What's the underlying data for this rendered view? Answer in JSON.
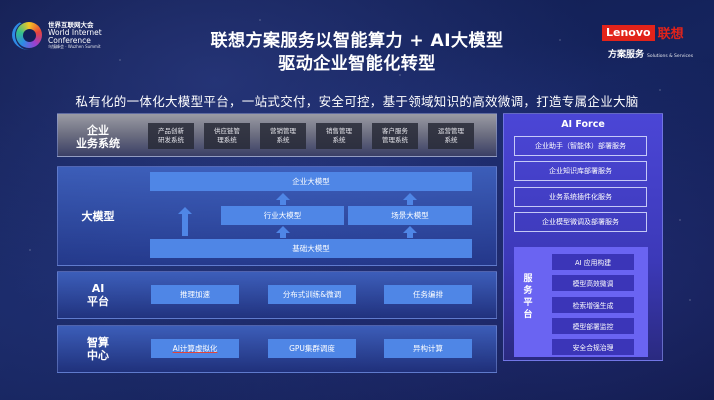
{
  "header": {
    "wic_logo": {
      "cn": "世界互联网大会",
      "en_line1": "World Internet",
      "en_line2": "Conference",
      "sub": "乌镇峰会 · Wuzhen Summit"
    },
    "lenovo_logo": {
      "brand_en": "Lenovo",
      "brand_cn": "联想",
      "sub_cn": "方案服务",
      "sub_en": "Solutions & Services"
    },
    "title_line1": "联想方案服务以智能算力 + AI大模型",
    "title_line2": "驱动企业智能化转型",
    "subtitle": "私有化的一体化大模型平台，一站式交付，安全可控，基于领域知识的高效微调，打造专属企业大脑"
  },
  "layers": {
    "business": {
      "label_l1": "企业",
      "label_l2": "业务系统",
      "items": [
        {
          "l1": "产品创新",
          "l2": "研发系统"
        },
        {
          "l1": "供应链管",
          "l2": "理系统"
        },
        {
          "l1": "营销管理",
          "l2": "系统"
        },
        {
          "l1": "销售管理",
          "l2": "系统"
        },
        {
          "l1": "客户服务",
          "l2": "管理系统"
        },
        {
          "l1": "运营管理",
          "l2": "系统"
        }
      ]
    },
    "llm": {
      "label": "大模型",
      "enterprise": "企业大模型",
      "industry": "行业大模型",
      "scenario": "场景大模型",
      "foundation": "基础大模型"
    },
    "ai_platform": {
      "label_l1": "AI",
      "label_l2": "平台",
      "items": [
        "推理加速",
        "分布式训练&微调",
        "任务编排"
      ]
    },
    "compute_center": {
      "label_l1": "智算",
      "label_l2": "中心",
      "items": [
        "AI计算虚拟化",
        "GPU集群调度",
        "异构计算"
      ]
    }
  },
  "ai_force": {
    "title": "AI Force",
    "items": [
      "企业助手（智能体）部署服务",
      "企业知识库部署服务",
      "业务系统插件化服务",
      "企业模型微调及部署服务"
    ],
    "service_platform": {
      "label": [
        "服",
        "务",
        "平",
        "台"
      ],
      "items": [
        "AI 应用构建",
        "模型高效微调",
        "检索增强生成",
        "模型部署监控",
        "安全合规治理"
      ]
    }
  },
  "colors": {
    "lenovo_red": "#e2231a",
    "bar_blue": "#4f86e6",
    "ai_force_purple": "#4b46d6",
    "service_platform_purple": "#6a64f2",
    "service_item": "#3b35b8"
  }
}
